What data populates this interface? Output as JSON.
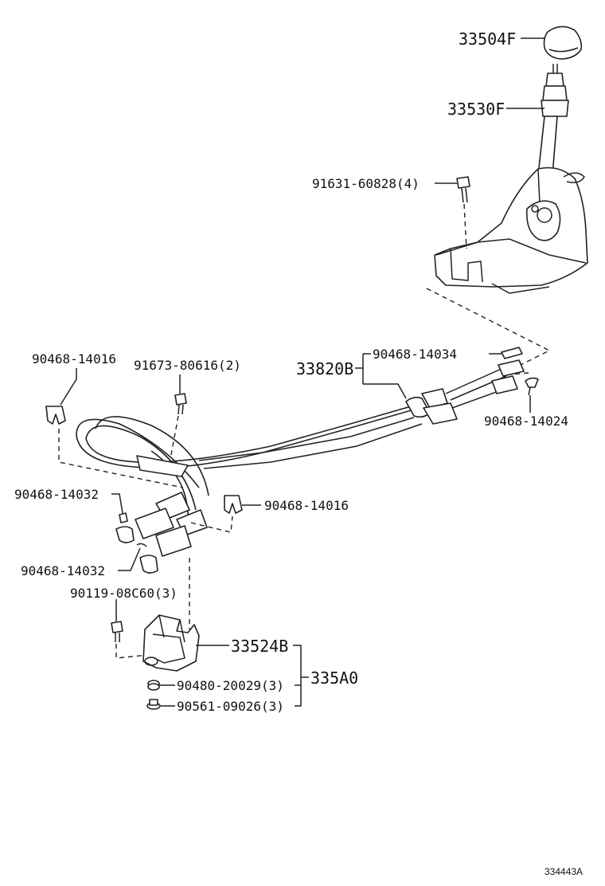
{
  "diagram": {
    "labels": {
      "knob": "33504F",
      "lever": "33530F",
      "bolt_top": "91631-60828(4)",
      "cable_assy": "33820B",
      "clip_top": "90468-14034",
      "clip_right": "90468-14024",
      "clip_left": "90468-14016",
      "bolt_mid": "91673-80616(2)",
      "clip_end_top": "90468-14032",
      "clip_mid_right": "90468-14016",
      "clip_end_bottom": "90468-14032",
      "bolt_bracket": "90119-08C60(3)",
      "bracket": "33524B",
      "assy_group": "335A0",
      "bush": "90480-20029(3)",
      "collar": "90561-09026(3)"
    },
    "drawing_number": "334443A"
  }
}
